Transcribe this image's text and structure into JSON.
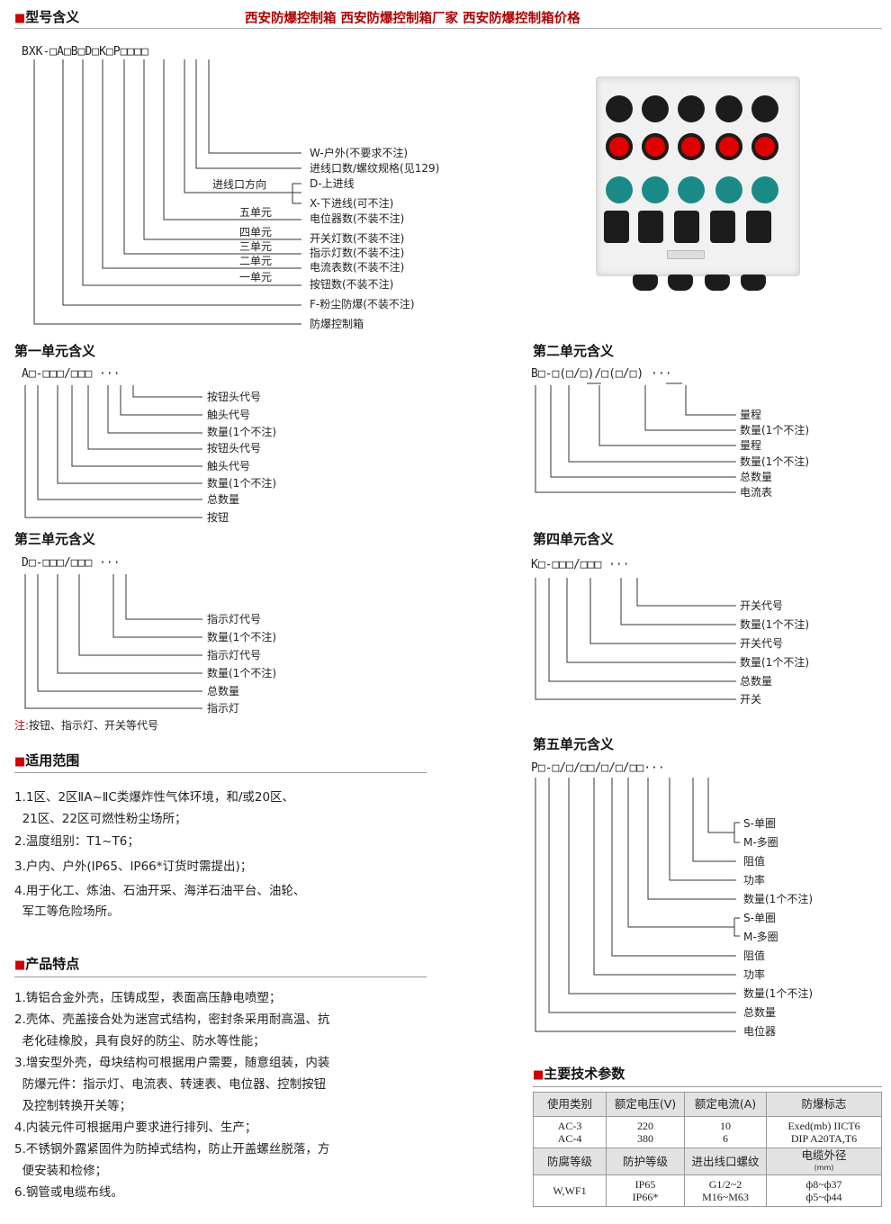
{
  "header": {
    "section_title": "型号含义",
    "banner": "西安防爆控制箱 西安防爆控制箱厂家 西安防爆控制箱价格"
  },
  "model": {
    "code": "BXK-□A□B□D□K□P□□□□",
    "labels": [
      "W-户外(不要求不注)",
      "进线口数/螺纹规格(见129)",
      "D-上进线",
      "X-下进线(可不注)",
      "电位器数(不装不注)",
      "开关灯数(不装不注)",
      "指示灯数(不装不注)",
      "电流表数(不装不注)",
      "按钮数(不装不注)",
      "F-粉尘防爆(不装不注)",
      "防爆控制箱"
    ],
    "left_labels": [
      "进线口方向",
      "五单元",
      "四单元",
      "三单元",
      "二单元",
      "一单元"
    ]
  },
  "unit1": {
    "title": "第一单元含义",
    "code": "A□-□□□/□□□ ···",
    "labels": [
      "按钮头代号",
      "触头代号",
      "数量(1个不注)",
      "按钮头代号",
      "触头代号",
      "数量(1个不注)",
      "总数量",
      "按钮"
    ]
  },
  "unit2": {
    "title": "第二单元含义",
    "code": "B□-□(□/□)/□(□/□) ···",
    "labels": [
      "量程",
      "数量(1个不注)",
      "量程",
      "数量(1个不注)",
      "总数量",
      "电流表"
    ]
  },
  "unit3": {
    "title": "第三单元含义",
    "code": "D□-□□□/□□□ ···",
    "labels": [
      "指示灯代号",
      "数量(1个不注)",
      "指示灯代号",
      "数量(1个不注)",
      "总数量",
      "指示灯"
    ],
    "note_prefix": "注:",
    "note": "按钮、指示灯、开关等代号"
  },
  "unit4": {
    "title": "第四单元含义",
    "code": "K□-□□□/□□□ ···",
    "labels": [
      "开关代号",
      "数量(1个不注)",
      "开关代号",
      "数量(1个不注)",
      "总数量",
      "开关"
    ]
  },
  "unit5": {
    "title": "第五单元含义",
    "code": "P□-□/□/□□/□/□/□□···",
    "labels": [
      "S-单圈",
      "M-多圈",
      "阻值",
      "功率",
      "数量(1个不注)",
      "S-单圈",
      "M-多圈",
      "阻值",
      "功率",
      "数量(1个不注)",
      "总数量",
      "电位器"
    ]
  },
  "scope": {
    "title": "适用范围",
    "lines": [
      "1.1区、2区ⅡA~ⅡC类爆炸性气体环境，和/或20区、",
      "  21区、22区可燃性粉尘场所；",
      "2.温度组别：T1~T6；",
      "3.户内、户外(IP65、IP66*订货时需提出)；",
      "4.用于化工、炼油、石油开采、海洋石油平台、油轮、",
      "  军工等危险场所。"
    ]
  },
  "features": {
    "title": "产品特点",
    "lines": [
      "1.铸铝合金外壳，压铸成型，表面高压静电喷塑；",
      "2.壳体、壳盖接合处为迷宫式结构，密封条采用耐高温、抗",
      "  老化硅橡胶，具有良好的防尘、防水等性能；",
      "3.增安型外壳，母块结构可根据用户需要，随意组装，内装",
      "  防爆元件：指示灯、电流表、转速表、电位器、控制按钮",
      "  及控制转换开关等；",
      "4.内装元件可根据用户要求进行排列、生产；",
      "5.不锈钢外露紧固件为防掉式结构，防止开盖螺丝脱落，方",
      "  便安装和检修；",
      "6.钢管或电缆布线。"
    ]
  },
  "specs": {
    "title": "主要技术参数",
    "head1": [
      "使用类别",
      "额定电压(V)",
      "额定电流(A)",
      "防爆标志"
    ],
    "row1": [
      "AC-3\nAC-4",
      "220\n380",
      "10\n6",
      "Exed(mb) IICT6\nDIP A20TA,T6"
    ],
    "head2": [
      "防腐等级",
      "防护等级",
      "进出线口螺纹",
      "电缆外径",
      "(mm)"
    ],
    "row2": [
      "W,WF1",
      "IP65\nIP66*",
      "G1/2~2\nM16~M63",
      "ф8~ф37\nф5~ф44"
    ]
  },
  "colors": {
    "accent": "#c00000",
    "banner": "#b00000"
  },
  "image": {
    "name": "control-box-photo"
  }
}
